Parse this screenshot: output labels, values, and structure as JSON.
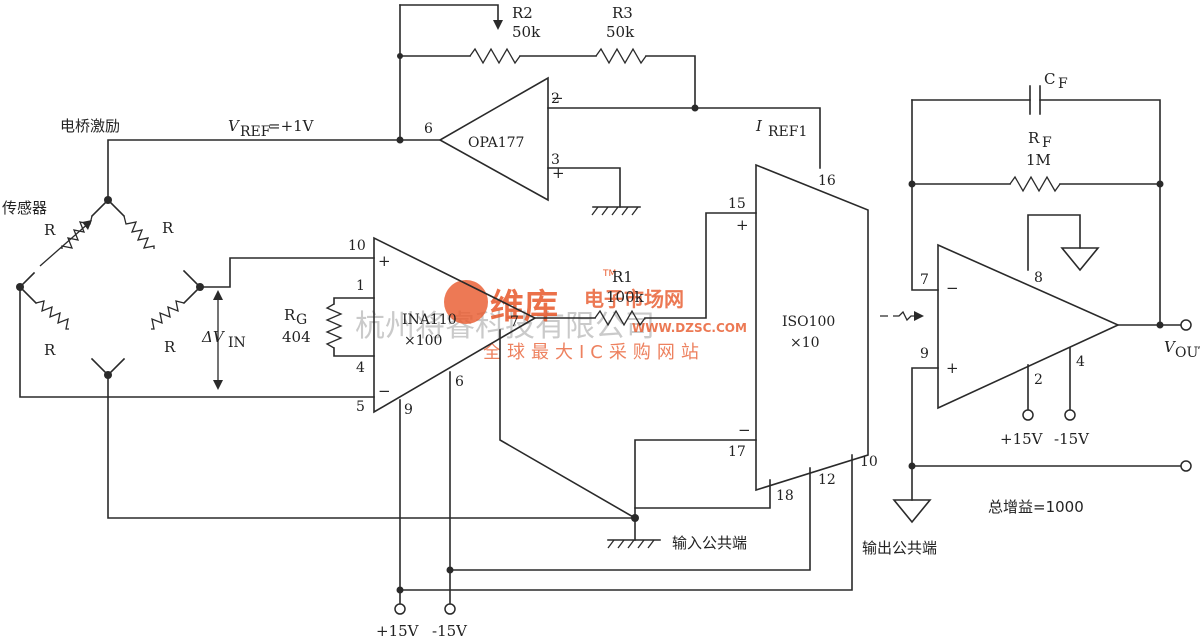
{
  "labels": {
    "bridge_excitation": "电桥激励",
    "sensor": "传感器",
    "vref": "V",
    "vref_sub": "REF",
    "vref_val": "=+1V",
    "iref": "I",
    "iref_sub": "REF1",
    "r2_name": "R2",
    "r2_val": "50k",
    "r3_name": "R3",
    "r3_val": "50k",
    "opamp_ref": "OPA177",
    "bridge_r": "R",
    "dvin": "ΔV",
    "dvin_sub": "IN",
    "rg_name": "R",
    "rg_sub": "G",
    "rg_val": "404",
    "ina_name": "INA110",
    "ina_gain": "×100",
    "r1_name": "R1",
    "r1_val": "100k",
    "iso_name": "ISO100",
    "iso_gain": "×10",
    "cf": "C",
    "cf_sub": "F",
    "rf": "R",
    "rf_sub": "F",
    "rf_val": "1M",
    "vout": "V",
    "vout_sub": "OUT",
    "plus15": "+15V",
    "minus15": "-15V",
    "input_common": "输入公共端",
    "output_common": "输出公共端",
    "total_gain": "总增益=1000"
  },
  "pins": {
    "opa_6": "6",
    "opa_2": "2",
    "opa_3": "3",
    "ina_10": "10",
    "ina_1": "1",
    "ina_4": "4",
    "ina_5": "5",
    "ina_9": "9",
    "ina_6": "6",
    "ina_7": "7",
    "iso_15": "15",
    "iso_16": "16",
    "iso_17": "17",
    "iso_18": "18",
    "iso_12": "12",
    "iso_10": "10",
    "out_7": "7",
    "out_9": "9",
    "out_8": "8",
    "out_2": "2",
    "out_4": "4"
  },
  "watermark": {
    "logo": "维库",
    "red": "电子市场网",
    "tm": "TM",
    "url": "WWW.DZSC.COM",
    "sub": "全球最大IC采购网站",
    "gray": "杭州将睿科技有限公司"
  }
}
